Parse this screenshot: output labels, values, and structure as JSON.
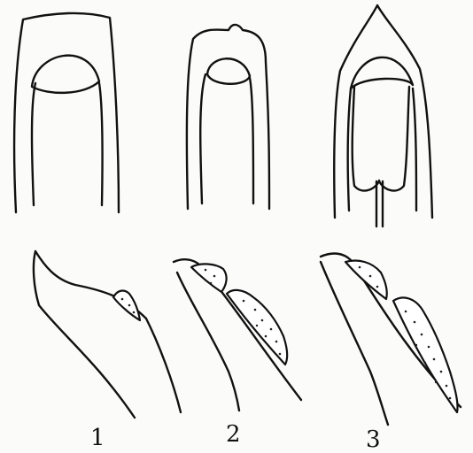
{
  "labels": {
    "stage_1": "1",
    "stage_2": "2",
    "stage_3": "3"
  }
}
